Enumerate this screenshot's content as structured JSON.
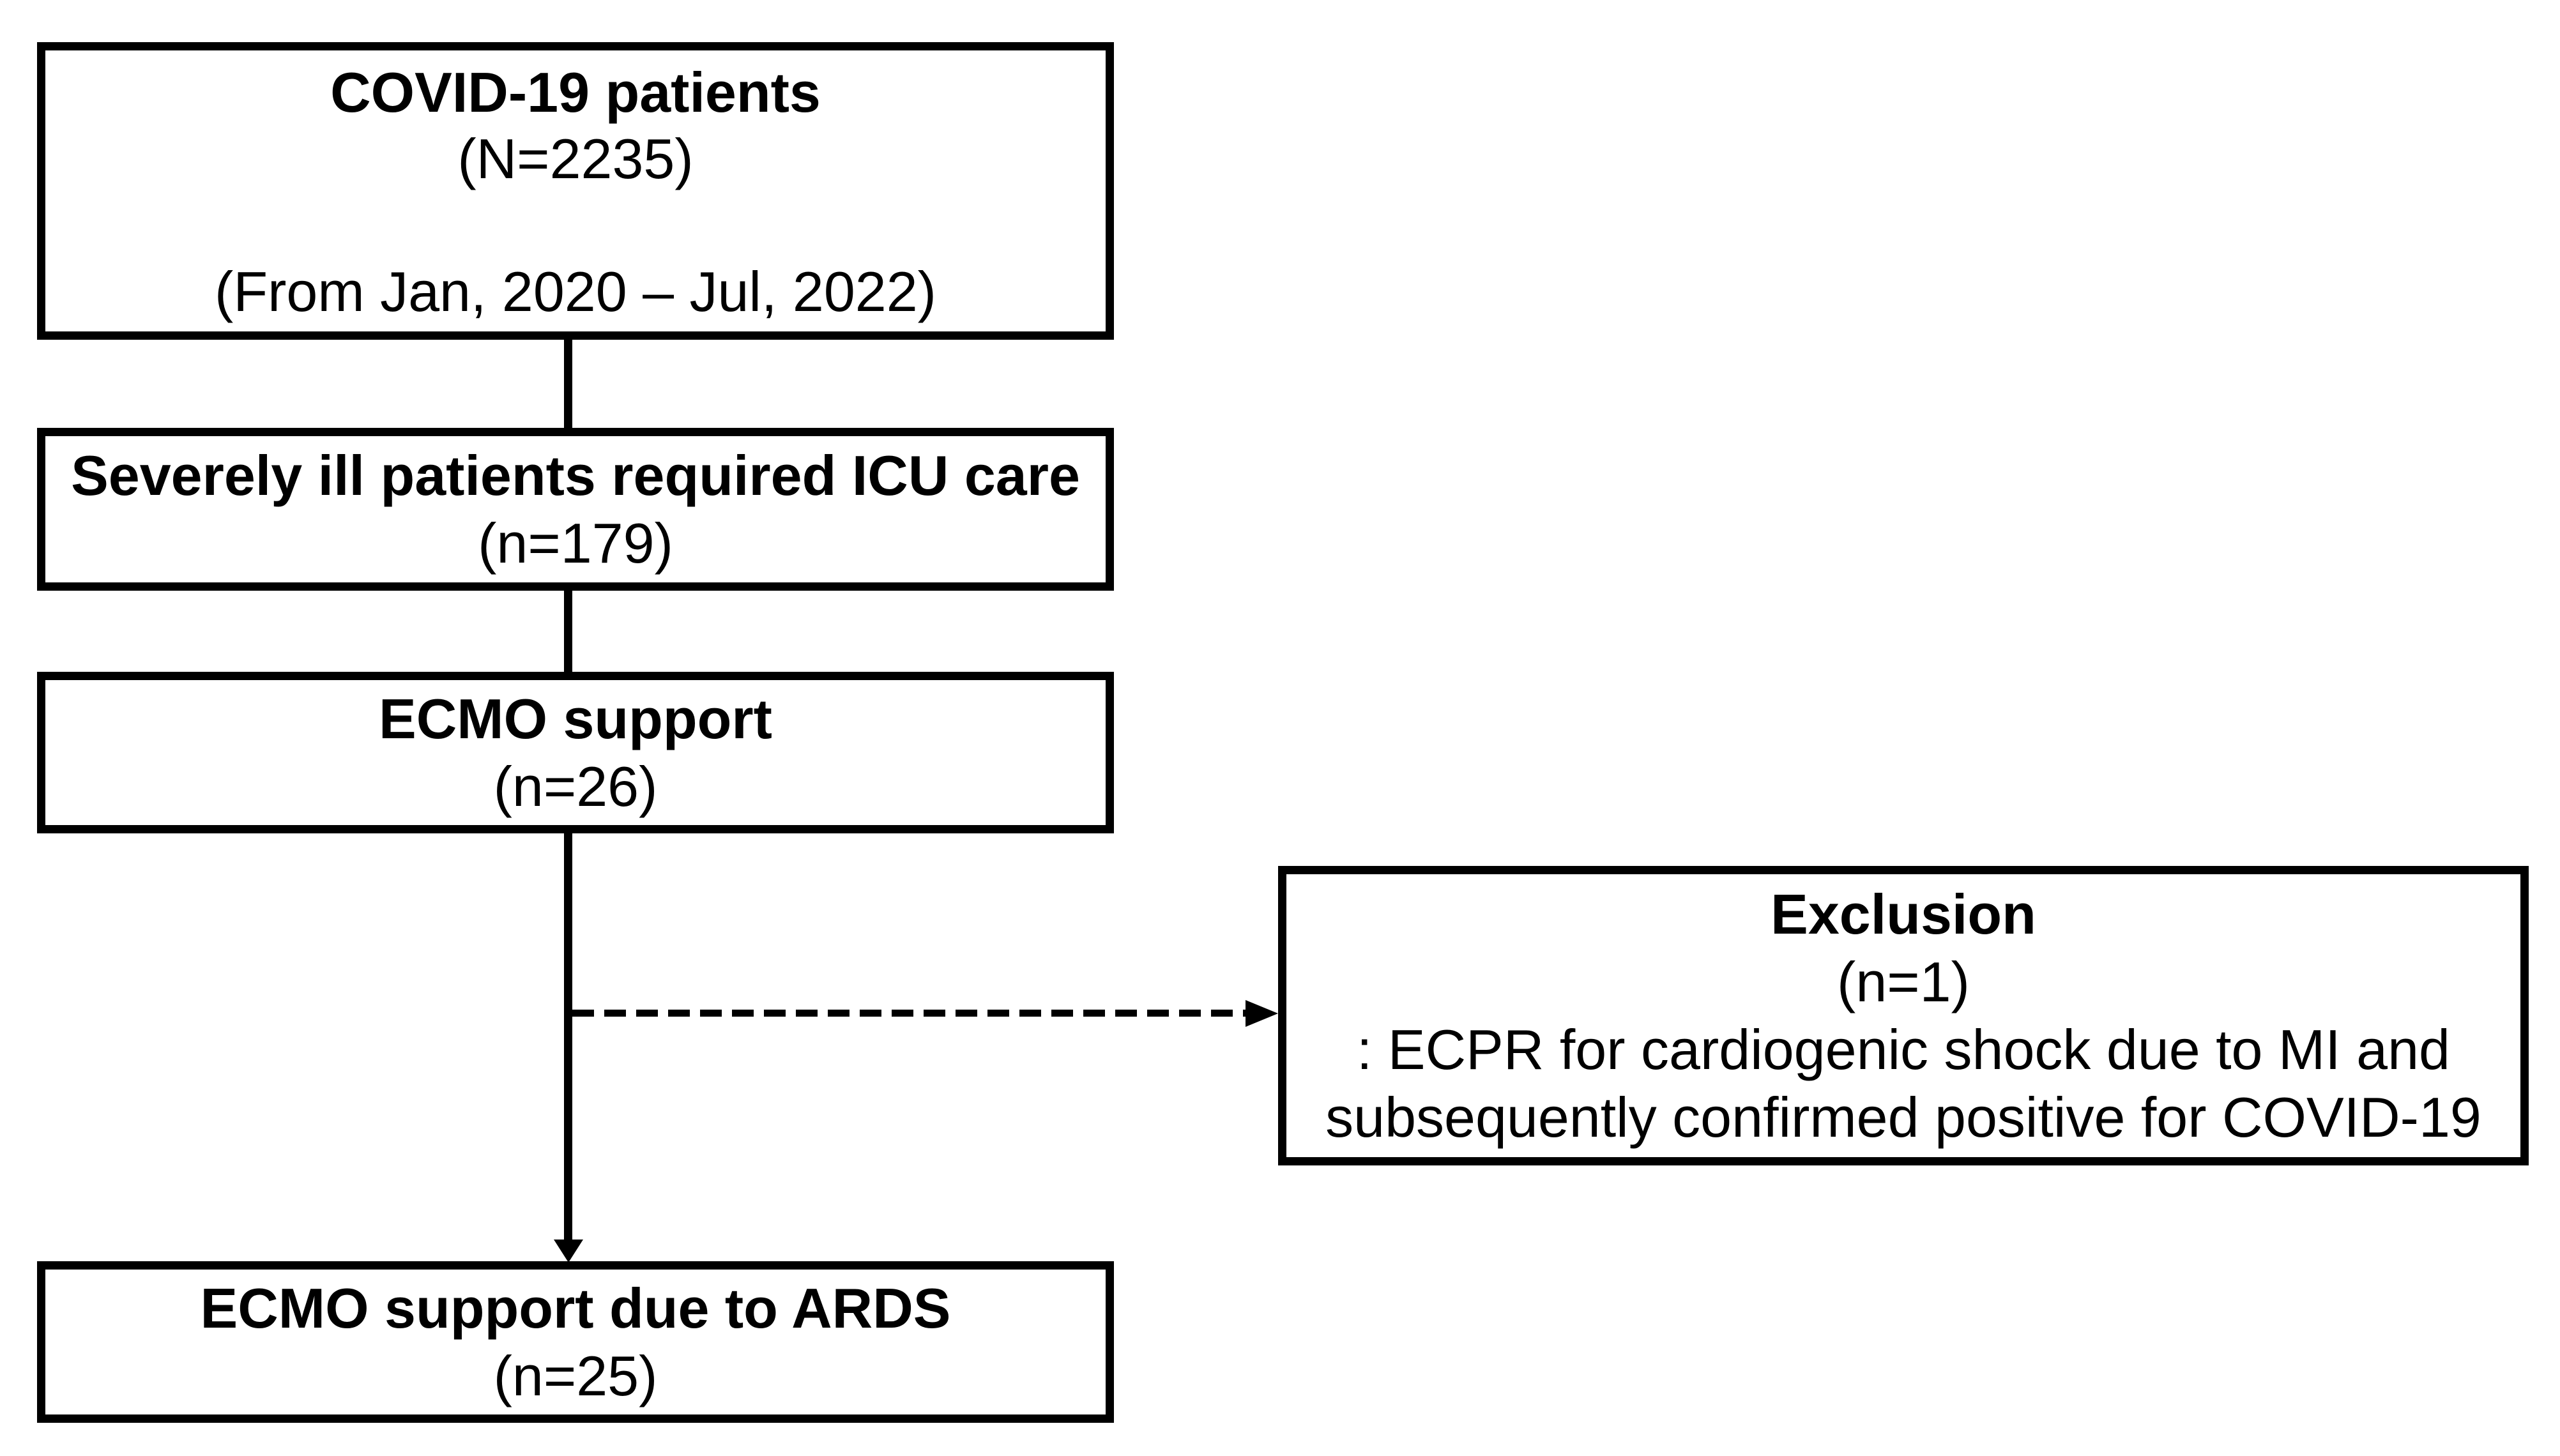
{
  "colors": {
    "ink": "#000000",
    "background": "#ffffff"
  },
  "boxes": {
    "covid": {
      "title": "COVID-19 patients",
      "count": "(N=2235)",
      "period": "(From Jan, 2020 – Jul, 2022)"
    },
    "icu": {
      "title": "Severely ill patients required ICU care",
      "count": "(n=179)"
    },
    "ecmo": {
      "title": "ECMO support",
      "count": "(n=26)"
    },
    "exclusion": {
      "title": "Exclusion",
      "count": "(n=1)",
      "reason_line1": ": ECPR for cardiogenic shock due to MI and",
      "reason_line2": "subsequently confirmed positive for COVID-19"
    },
    "ards": {
      "title": "ECMO support due to ARDS",
      "count": "(n=25)"
    }
  },
  "connectors": {
    "main_flow": "solid-down-arrow",
    "exclusion_branch": "dashed-right-arrow"
  }
}
